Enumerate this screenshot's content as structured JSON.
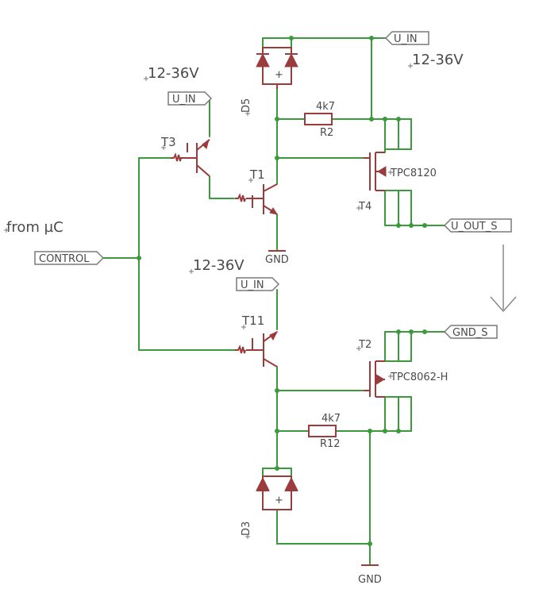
{
  "colors": {
    "wire": "#3b9b3b",
    "component": "#9b3c3c",
    "label": "#4a4a4a",
    "background": "#ffffff"
  },
  "labels": {
    "from_uc": "from µC",
    "supply_range_top_right": "12-36V",
    "supply_range_t3": "12-36V",
    "supply_range_t11": "12-36V"
  },
  "ports": {
    "u_in_top": "U_IN",
    "u_in_t3": "U_IN",
    "u_in_t11": "U_IN",
    "control": "CONTROL",
    "u_out_s": "U_OUT_S",
    "gnd_s": "GND_S"
  },
  "gnd": {
    "t1": "GND",
    "bottom": "GND"
  },
  "parts": {
    "d5": "D5",
    "d3": "D3",
    "r2": {
      "name": "R2",
      "value": "4k7"
    },
    "r12": {
      "name": "R12",
      "value": "4k7"
    },
    "t1": "T1",
    "t3": "T3",
    "t11": "T11",
    "t4": {
      "name": "T4",
      "value": "TPC8120"
    },
    "t2": {
      "name": "T2",
      "value": "TPC8062-H"
    }
  },
  "icons": {
    "flow_arrow": "down-arrow-icon"
  }
}
